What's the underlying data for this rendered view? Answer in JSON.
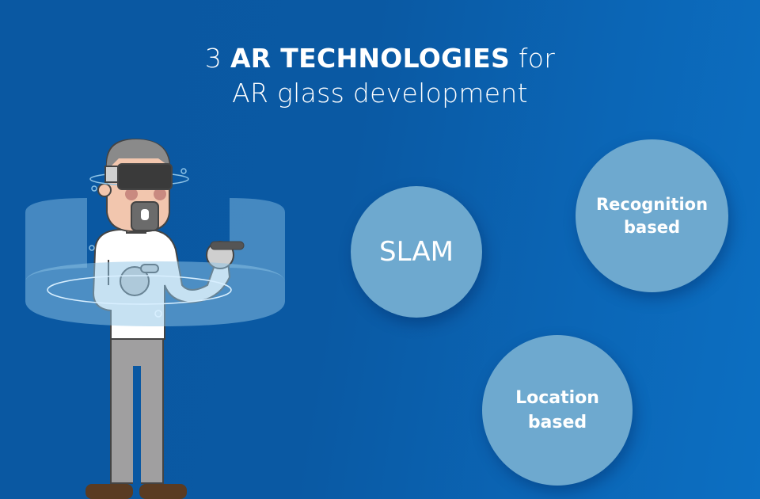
{
  "header": {
    "title_prefix": "3 ",
    "title_bold": "AR TECHNOLOGIES",
    "title_suffix": " for",
    "title_line2": "AR glass development"
  },
  "technologies": [
    {
      "label": "SLAM"
    },
    {
      "label_line1": "Recognition",
      "label_line2": "based"
    },
    {
      "label_line1": "Location",
      "label_line2": "based"
    }
  ],
  "illustration": {
    "subject": "person-wearing-vr-headset",
    "colors": {
      "background_left": "#0a58a2",
      "background_right": "#0c6fc2",
      "circle_fill": "#6ea9cf",
      "hair": "#8a8a8a",
      "headset": "#3a3a3a",
      "skin": "#f2c6ae",
      "shirt": "#ffffff",
      "pants": "#a09fa0",
      "shoes": "#5a3b22",
      "hologram": "#8ec3e6"
    }
  }
}
